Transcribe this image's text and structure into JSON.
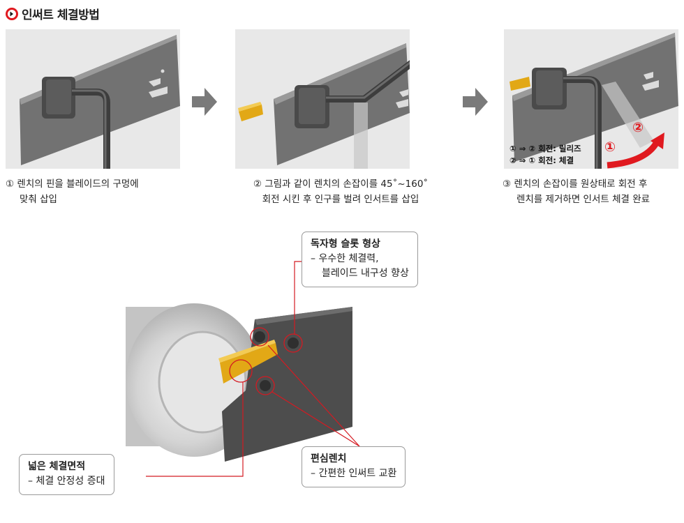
{
  "header": {
    "title": "인써트 체결방법",
    "bullet_icon": "circle-arrow-icon",
    "accent_color": "#e0191f"
  },
  "steps": [
    {
      "line1": "① 렌치의 핀을 블레이드의 구멍에",
      "line2": "맞춰 삽입"
    },
    {
      "line1": "② 그림과 같이 렌치의 손잡이를 45˚~160˚",
      "line2": "회전 시킨 후 인구를 벌려 인서트를 삽입"
    },
    {
      "line1": "③ 렌치의 손잡이를 원상태로 회전 후",
      "line2": "렌치를 제거하면 인서트 체결 완료"
    }
  ],
  "rotation_labels": {
    "release": "① ⇒ ② 회전: 릴리즈",
    "clamp": "② ⇒ ① 회전: 체결",
    "num1": "①",
    "num2": "②"
  },
  "callouts": {
    "slot": {
      "title": "독자형 슬롯 형상",
      "line1": "– 우수한 체결력,",
      "line2": "블레이드 내구성 향상"
    },
    "area": {
      "title": "넓은 체결면적",
      "line1": "– 체결 안정성 증대"
    },
    "wrench": {
      "title": "편심렌치",
      "line1": "– 간편한 인써트 교환"
    }
  },
  "colors": {
    "blade": "#6e6e6e",
    "panel_bg": "#e6e6e6",
    "insert": "#e2a816",
    "arrow": "#7a7a7a",
    "leader": "#d41a22"
  }
}
